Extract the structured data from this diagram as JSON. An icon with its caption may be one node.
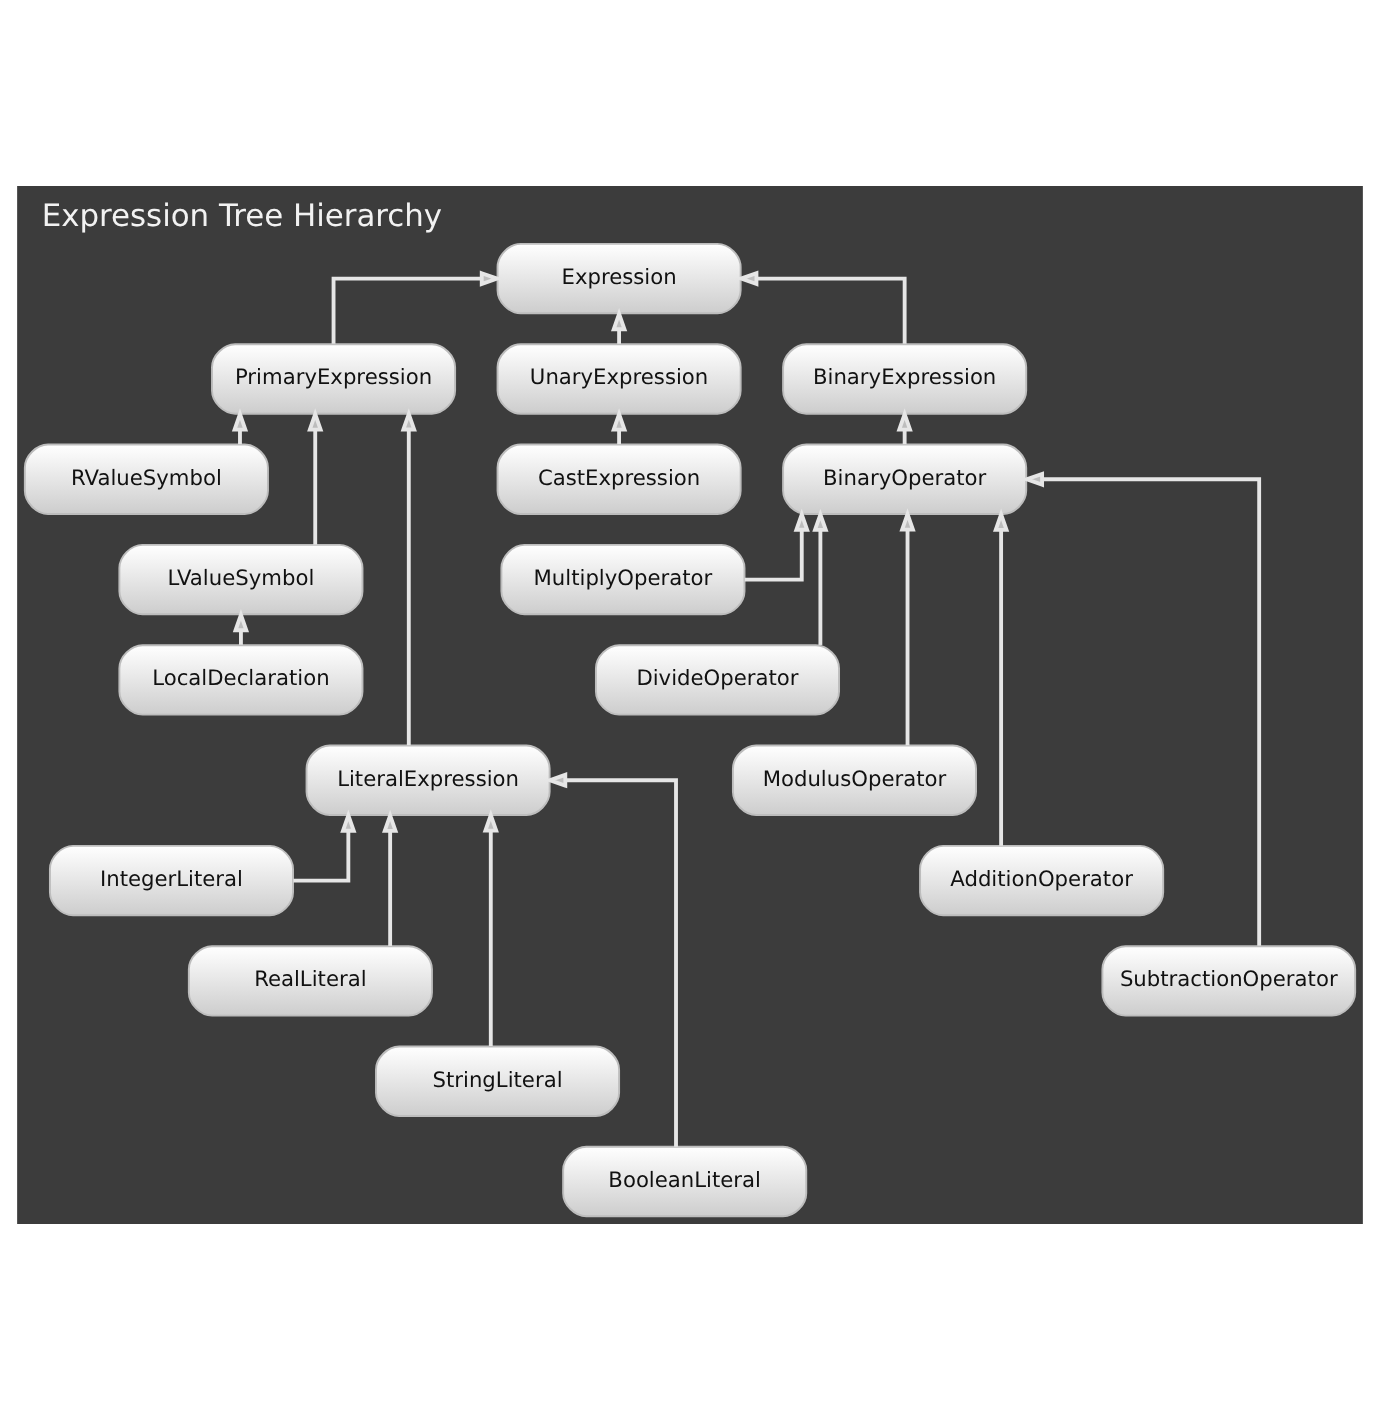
{
  "diagram": {
    "title": "Expression Tree Hierarchy",
    "nodes": [
      {
        "text": [
          "Expression"
        ]
      },
      {
        "text": [
          "PrimaryExpression"
        ]
      },
      {
        "text": [
          "UnaryExpression"
        ]
      },
      {
        "text": [
          "BinaryExpression"
        ]
      },
      {
        "text": [
          "RValueSymbol"
        ]
      },
      {
        "text": [
          "CastExpression"
        ]
      },
      {
        "text": [
          "BinaryOperator"
        ]
      },
      {
        "text": [
          "LValueSymbol"
        ]
      },
      {
        "text": [
          "LocalDeclaration"
        ]
      },
      {
        "text": [
          "LiteralExpression"
        ]
      },
      {
        "text": [
          "IntegerLiteral"
        ]
      },
      {
        "text": [
          "RealLiteral"
        ]
      },
      {
        "text": [
          "StringLiteral"
        ]
      },
      {
        "text": [
          "BooleanLiteral"
        ]
      },
      {
        "text": [
          "MultiplyOperator"
        ]
      },
      {
        "text": [
          "DivideOperator"
        ]
      },
      {
        "text": [
          "ModulusOperator"
        ]
      },
      {
        "text": [
          "AdditionOperator"
        ]
      },
      {
        "text": [
          "SubtractionOperator"
        ]
      }
    ],
    "edges": [
      {
        "from": 1,
        "to": 0,
        "arrow": "to"
      },
      {
        "from": 2,
        "to": 0,
        "arrow": "to"
      },
      {
        "from": 3,
        "to": 0,
        "arrow": "to"
      },
      {
        "from": 5,
        "to": 2,
        "arrow": "to"
      },
      {
        "from": 6,
        "to": 3,
        "arrow": "to"
      },
      {
        "from": 4,
        "to": 1,
        "arrow": "to"
      },
      {
        "from": 7,
        "to": 1,
        "arrow": "to"
      },
      {
        "from": 8,
        "to": 7,
        "arrow": "to"
      },
      {
        "from": 9,
        "to": 1,
        "arrow": "to"
      },
      {
        "from": 10,
        "to": 9,
        "arrow": "to"
      },
      {
        "from": 11,
        "to": 9,
        "arrow": "to"
      },
      {
        "from": 12,
        "to": 9,
        "arrow": "to"
      },
      {
        "from": 13,
        "to": 9,
        "arrow": "to"
      },
      {
        "from": 14,
        "to": 6,
        "arrow": "to"
      },
      {
        "from": 15,
        "to": 6,
        "arrow": "to"
      },
      {
        "from": 16,
        "to": 6,
        "arrow": "to"
      },
      {
        "from": 17,
        "to": 6,
        "arrow": "to"
      },
      {
        "from": 18,
        "to": 6,
        "arrow": "to"
      }
    ]
  }
}
